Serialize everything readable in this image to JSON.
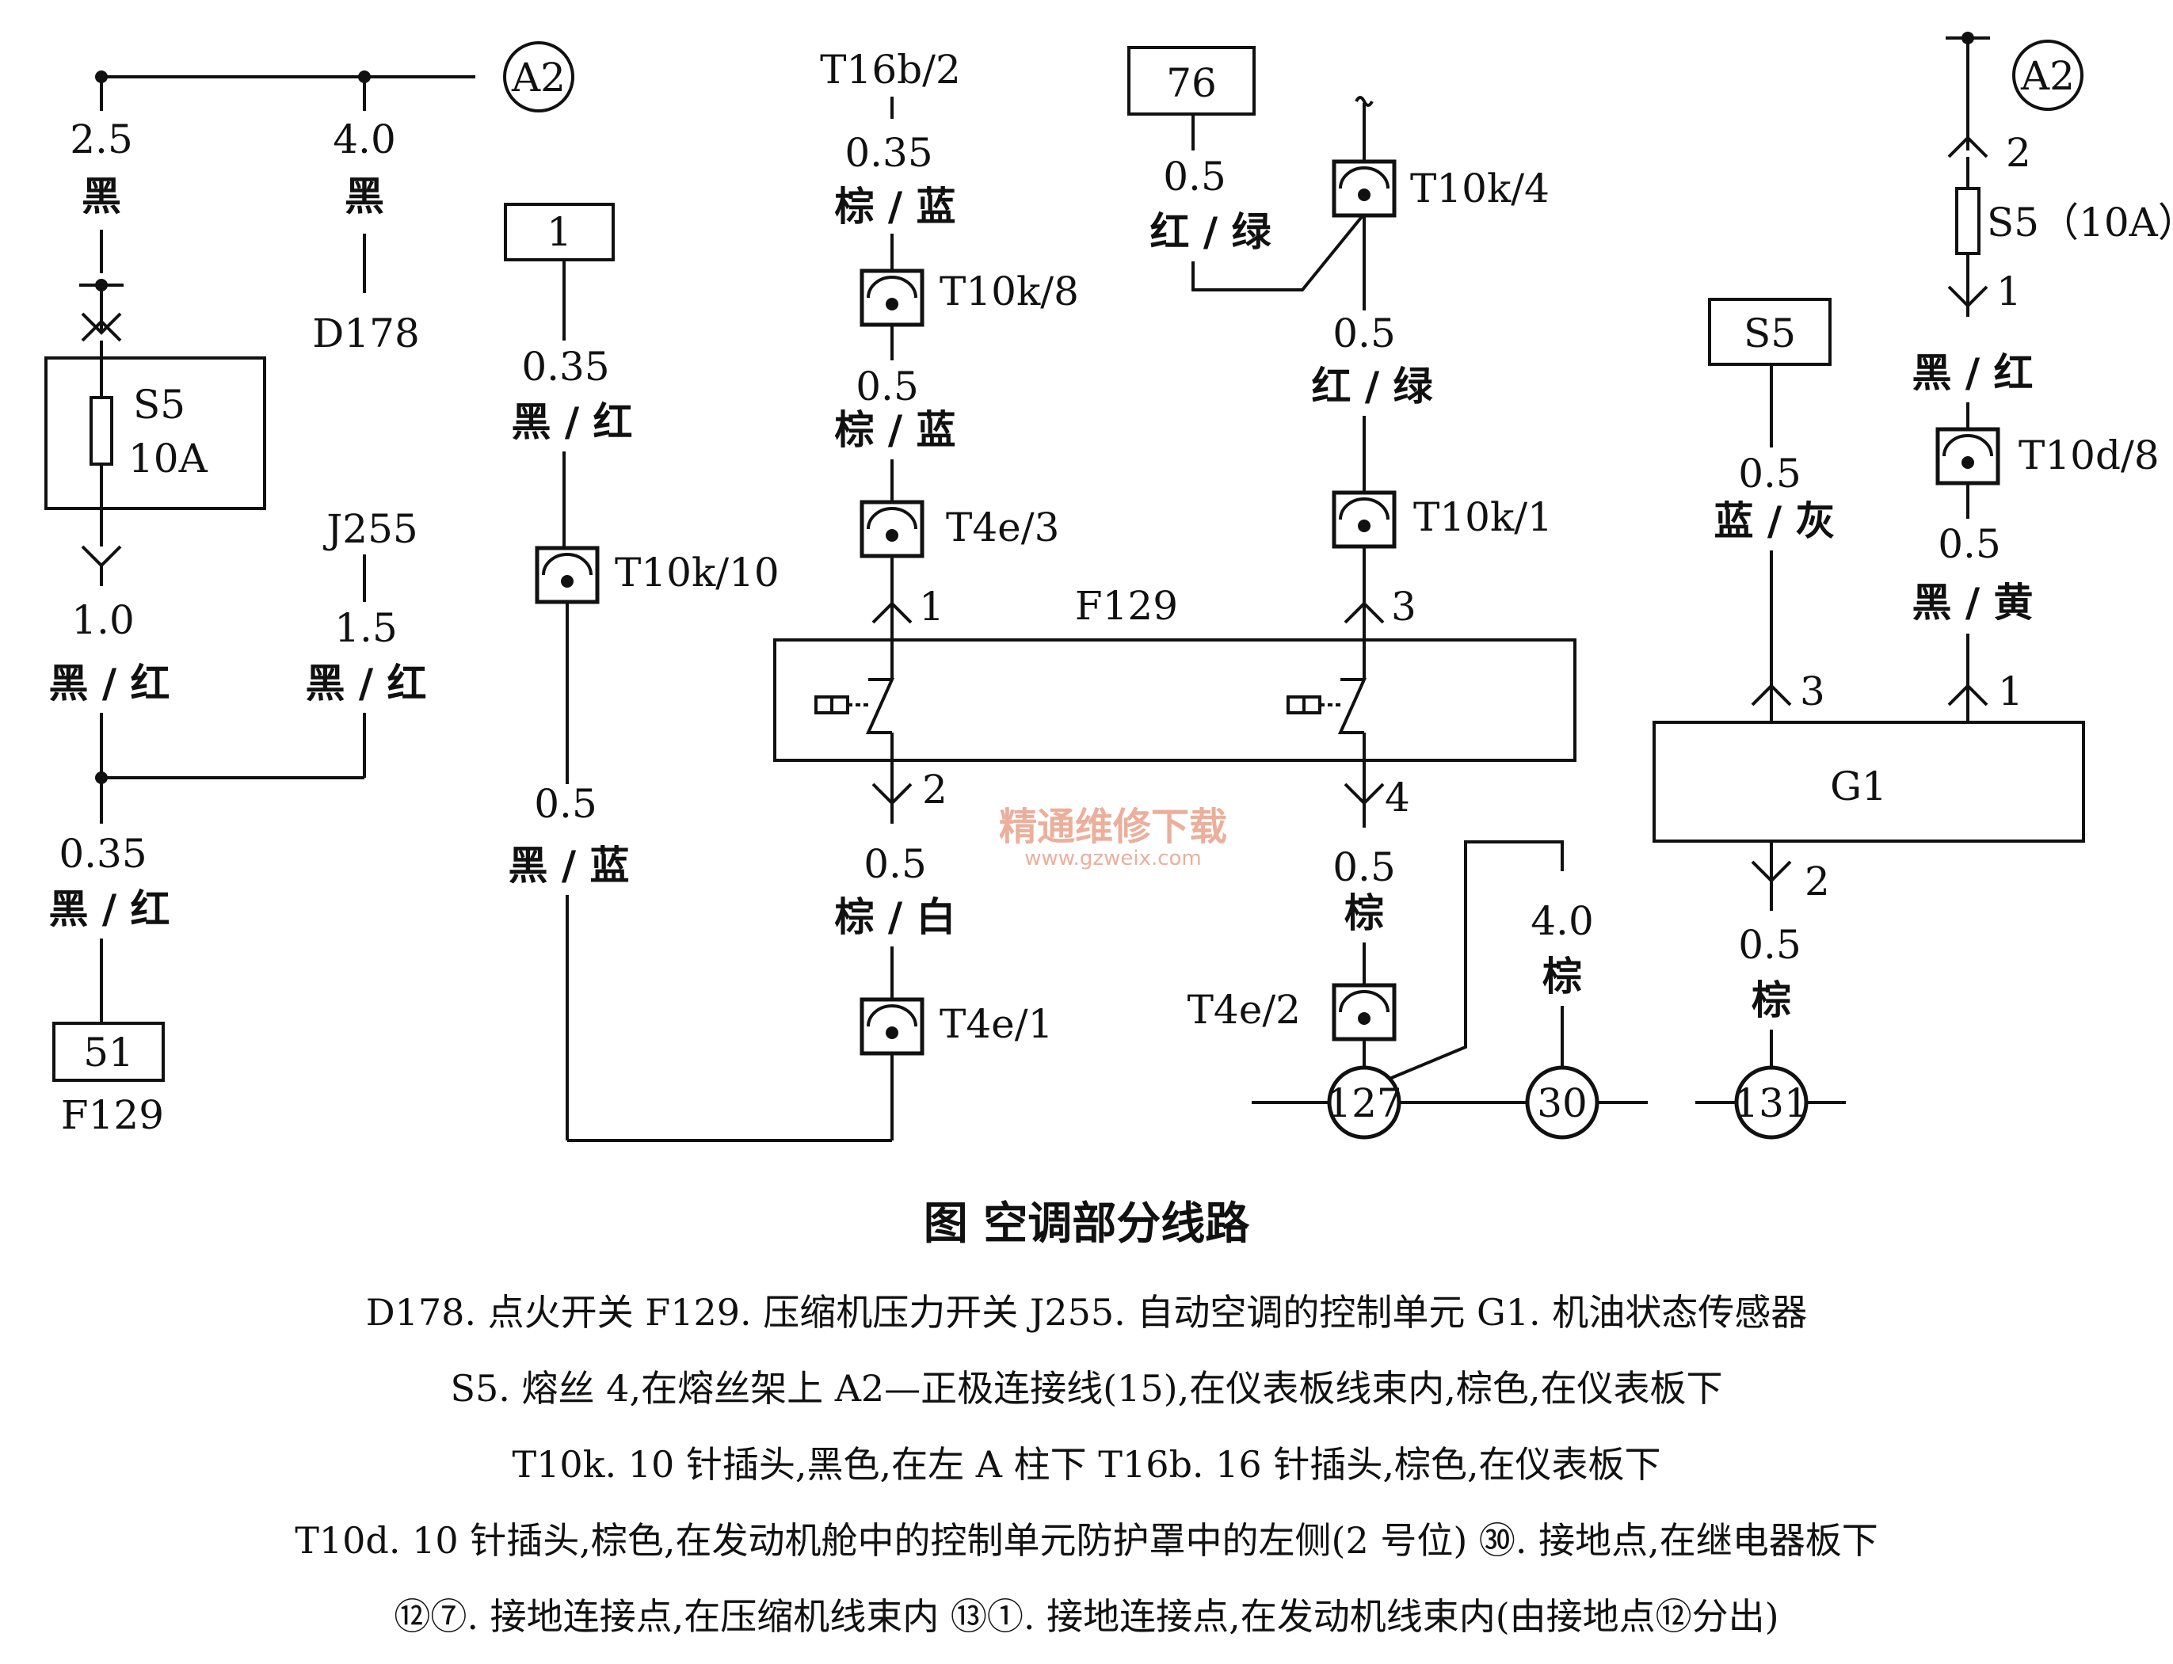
{
  "watermark": {
    "cn": "精通维修下载",
    "url": "www.gzweix.com"
  },
  "labels": {
    "a2_left": "A2",
    "a2_right": "A2",
    "w_25": "2.5",
    "c_hei1": "黑",
    "w_40": "4.0",
    "c_hei2": "黑",
    "d178": "D178",
    "s5_box": "S5",
    "s5_box_amp": "10A",
    "w_10": "1.0",
    "c_heihong1": "黑 / 红",
    "j255": "J255",
    "w_15": "1.5",
    "c_heihong2": "黑 / 红",
    "w_035a": "0.35",
    "c_heihong3": "黑 / 红",
    "box_51": "51",
    "f129_bottom": "F129",
    "box_1": "1",
    "w_035b": "0.35",
    "c_heihong4": "黑 / 红",
    "t10k10": "T10k/10",
    "w_05a": "0.5",
    "c_heilan": "黑 / 蓝",
    "t16b2": "T16b/2",
    "w_035c": "0.35",
    "c_zonglan1": "棕 / 蓝",
    "t10k8": "T10k/8",
    "w_05b": "0.5",
    "c_zonglan2": "棕 / 蓝",
    "t4e3": "T4e/3",
    "pin1": "1",
    "f129": "F129",
    "pin2": "2",
    "w_05c": "0.5",
    "c_zongbai": "棕 / 白",
    "t4e1": "T4e/1",
    "box_76": "76",
    "w_05d": "0.5",
    "c_honglv1": "红 / 绿",
    "t10k4": "T10k/4",
    "w_05e": "0.5",
    "c_honglv2": "红 / 绿",
    "t10k1": "T10k/1",
    "pin3": "3",
    "pin4": "4",
    "w_05f": "0.5",
    "c_zong1": "棕",
    "t4e2": "T4e/2",
    "w_40b": "4.0",
    "c_zong2": "棕",
    "g127": "127",
    "g30": "30",
    "g131": "131",
    "box_s5": "S5",
    "w_05g": "0.5",
    "c_lanhui": "蓝 / 灰",
    "g1pin3": "3",
    "g1": "G1",
    "g1pin2": "2",
    "w_05h": "0.5",
    "c_zong3": "棕",
    "rpin2": "2",
    "s5_fuse": "S5（10A）",
    "rpin1": "1",
    "c_heihong5": "黑 / 红",
    "t10d8": "T10d/8",
    "w_05i": "0.5",
    "c_heihuang": "黑 / 黄",
    "g1pin1": "1"
  },
  "caption": {
    "title": "图    空调部分线路",
    "lines": [
      "D178. 点火开关    F129. 压缩机压力开关    J255. 自动空调的控制单元    G1. 机油状态传感器",
      "S5. 熔丝 4,在熔丝架上    A2—正极连接线(15),在仪表板线束内,棕色,在仪表板下",
      "T10k. 10 针插头,黑色,在左 A 柱下    T16b. 16 针插头,棕色,在仪表板下",
      "T10d. 10 针插头,棕色,在发动机舱中的控制单元防护罩中的左侧(2 号位)    ㉚. 接地点,在继电器板下",
      "⑫⑦. 接地连接点,在压缩机线束内    ⑬①. 接地连接点,在发动机线束内(由接地点⑫分出)"
    ]
  }
}
